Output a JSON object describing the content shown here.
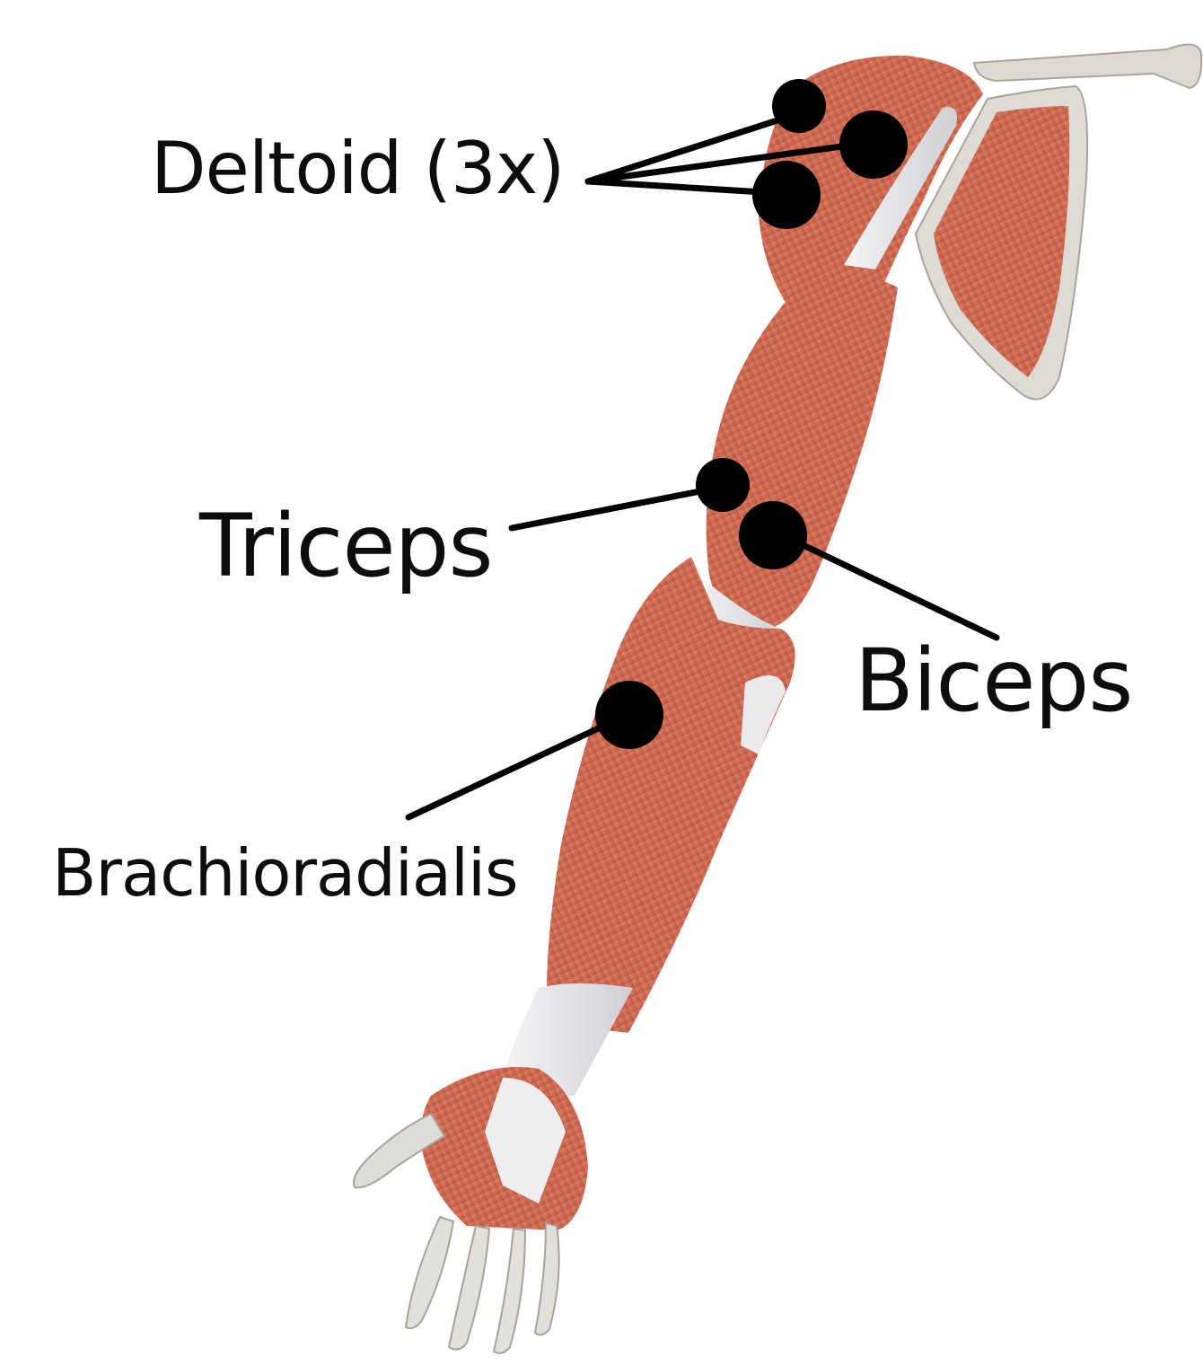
{
  "labels": {
    "deltoid": "Deltoid (3x)",
    "triceps": "Triceps",
    "biceps": "Biceps",
    "brachioradialis": "Brachioradialis"
  },
  "colors": {
    "muscle": "#d4705a",
    "muscle_dark": "#b85540",
    "tendon": "#e8e8ea",
    "bone": "#d8d5cf",
    "marker": "#000000",
    "text": "#0d0d0d"
  }
}
